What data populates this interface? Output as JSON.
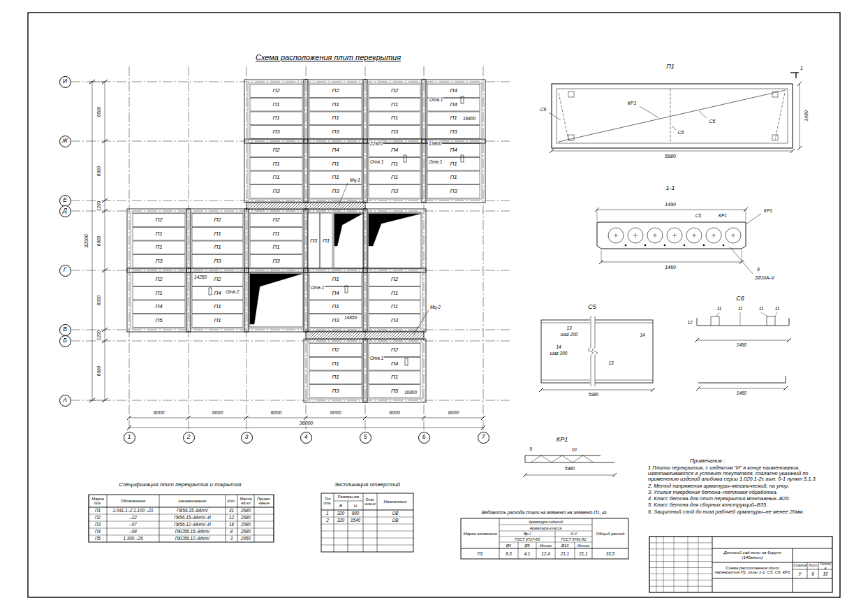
{
  "diagram": {
    "title": "Схема расположения плит перекрытия",
    "nodes": [
      {
        "text": [
          "И"
        ]
      },
      {
        "text": [
          "Ж"
        ]
      },
      {
        "text": [
          "Е"
        ]
      },
      {
        "text": [
          "Д"
        ]
      },
      {
        "text": [
          "Г"
        ]
      },
      {
        "text": [
          "В"
        ]
      },
      {
        "text": [
          "Б"
        ]
      },
      {
        "text": [
          "А"
        ]
      },
      {
        "text": [
          "1"
        ]
      },
      {
        "text": [
          "2"
        ]
      },
      {
        "text": [
          "3"
        ]
      },
      {
        "text": [
          "4"
        ]
      },
      {
        "text": [
          "5"
        ]
      },
      {
        "text": [
          "6"
        ]
      },
      {
        "text": [
          "7"
        ]
      }
    ],
    "labels": [
      "П2",
      "П1",
      "П1",
      "П3",
      "П2",
      "П1",
      "П1",
      "П3",
      "П2",
      "П1",
      "П1",
      "П3",
      "П4",
      "П4",
      "П1",
      "П3",
      "П2",
      "П1",
      "П1",
      "П3",
      "П4",
      "П1",
      "П1",
      "П3",
      "П4",
      "П1",
      "П1",
      "П3",
      "П4",
      "П1",
      "П1",
      "П3",
      "П2",
      "П1",
      "П1",
      "П3",
      "П2",
      "П1",
      "П1",
      "П3",
      "П2",
      "П1",
      "П1",
      "П3",
      "П3",
      "П1",
      "П2",
      "П1",
      "П4",
      "П5",
      "П2",
      "П4",
      "П1",
      "П1",
      "П1",
      "П4",
      "П1",
      "П3",
      "П2",
      "П1",
      "П1",
      "П3",
      "П2",
      "П1",
      "П1",
      "П3",
      "П2",
      "П4",
      "П1",
      "П5",
      "Отв.1",
      "16800",
      "22920",
      "Отв.1",
      "13800",
      "Отв.1",
      "Мц-1",
      "14250",
      "Отв.2",
      "Отв.1",
      "14850",
      "Мц-2",
      "Отв.1",
      "16800",
      "6000",
      "6000",
      "1200",
      "6000",
      "6000",
      "1200",
      "6000",
      "32000",
      "6000",
      "6000",
      "6000",
      "6000",
      "6000",
      "6000",
      "36000",
      "П1",
      "1",
      "С6",
      "КР1",
      "С5",
      "С6",
      "5980",
      "1490",
      "1-1",
      "1490",
      "С5",
      "КР1",
      "КР1",
      "1460",
      "8",
      "2Ø10А–V",
      "С5",
      "13",
      "шаг 200",
      "14",
      "шаг 300",
      "14",
      "13",
      "5980",
      "С6",
      "11",
      "11",
      "11",
      "11",
      "12",
      "1490",
      "1460",
      "КР1",
      "9",
      "10",
      "5980",
      "Примечания :",
      "1 Плиты перекрытия, с индексом \"И\" в конце наименования, изготавливаются в условиях покупателя, согласно указаний по применению изделий альбома серии 1.020.1-2с вып. 0-1 пункт 5.1.3.",
      "2. Метод напряжения арматуры–механический, на упор.",
      "3. Усилия твердения бетона–тепловая обработка.",
      "4. Класс бетона для плит перекрытия монтажных–В20.",
      "5. Класс бетона для сборных конструкций–В35.",
      "6. Защитный слой до низа рабочей арматуры–не менее 20мм.",
      "Спецификация плит перекрытия и покрытия",
      "Марка поз.",
      "Обозначение",
      "Наименование",
      "Кол.",
      "Масса ед.кг",
      "Приме- чание",
      "П1",
      "1.041.1–2.1.100 –21",
      "ПК56.15–8АтV",
      "31",
      "2680",
      "П2",
      "–22",
      "ПК56.15–8АтV–И",
      "12",
      "2680",
      "П3",
      "–07",
      "ПК56.12–8АтV–И",
      "18",
      "2080",
      "П4",
      "–08",
      "ПКО56.15–8АтV",
      "8",
      "2680",
      "П5",
      "1.300 –26",
      "ПКО56.12–8АтV",
      "3",
      "2450",
      "Экспликация отверстий",
      "Тип отв.",
      "Размеры,мм",
      "В",
      "Н",
      "Отм. низа,м",
      "Назначение",
      "1",
      "320",
      "880",
      "ОВ",
      "2",
      "320",
      "1540",
      "ОВ",
      "Ведомость расхода стали на элемент на элемент П1, кг.",
      "Марка элемента",
      "Арматура изделий",
      "Арматура класса",
      "Вр-I",
      "ГОСТ 6727-80",
      "А-V",
      "ГОСТ 5781-82",
      "Ø4",
      "Ø5",
      "Итого",
      "Ø10",
      "Итого",
      "Общий расход",
      "П1",
      "8,3",
      "4,1",
      "12,4",
      "21,1",
      "21,1",
      "33,5",
      "Детский сад-ясли на 6групп (140мест)",
      "Схема расположения плит перекрытия П1, узлы 1-1, С5, С6, КР1",
      "Стадия",
      "Лист",
      "Листов",
      "У",
      "6",
      "10"
    ]
  }
}
